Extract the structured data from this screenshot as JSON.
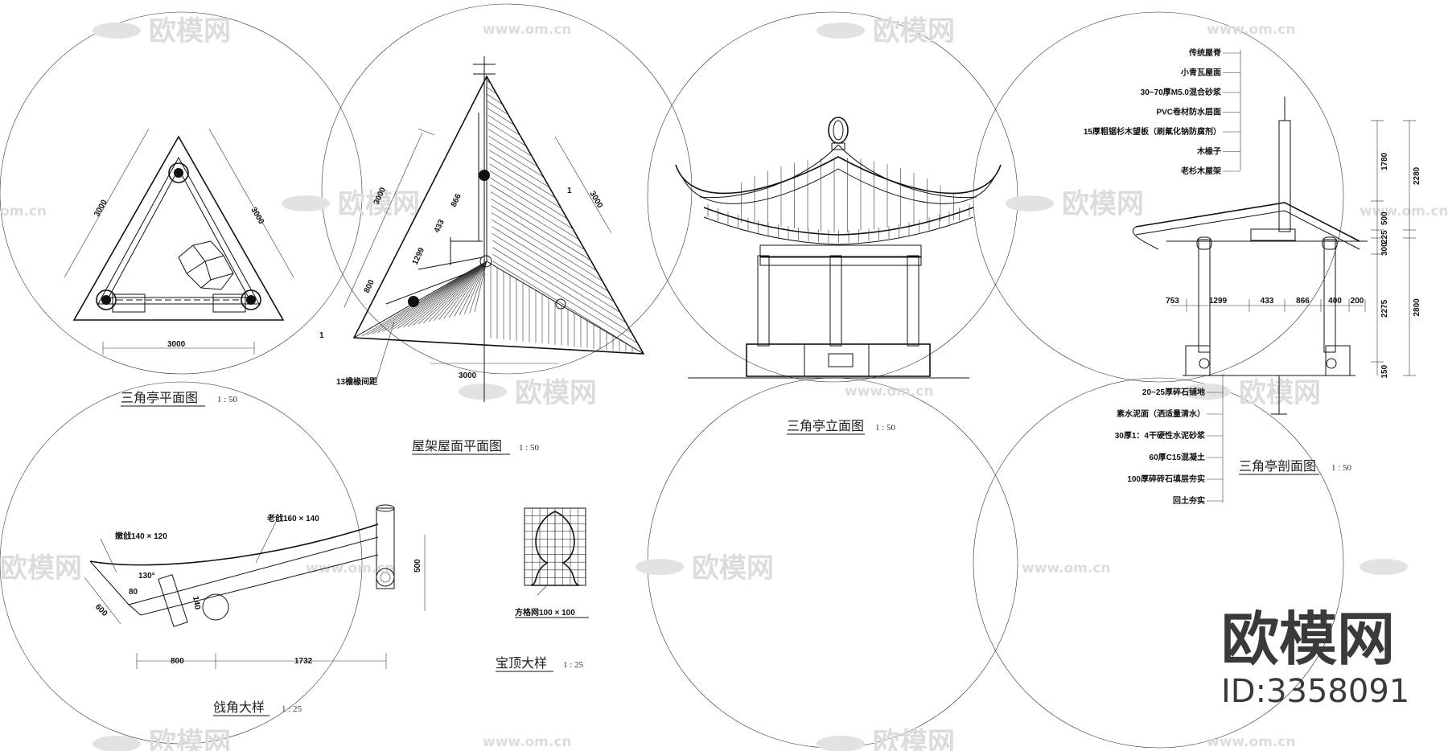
{
  "watermark": {
    "text": "欧模网",
    "url": "www.om.cn",
    "url_short": "om.cn"
  },
  "brand": {
    "name": "欧模网",
    "id": "ID:3358091"
  },
  "plan": {
    "title": "三角亭平面图",
    "scale": "1 : 50",
    "dims": {
      "left": "3000",
      "right": "3000",
      "bottom": "3000"
    }
  },
  "roof_plan": {
    "title": "屋架屋面平面图",
    "scale": "1 : 50",
    "dims": {
      "d3000a": "3000",
      "d866": "866",
      "d433": "433",
      "d1299": "1299",
      "d800": "800",
      "d1a": "1",
      "d3000b": "3000",
      "d1b": "1",
      "d3000c": "3000"
    },
    "note": "13檐椽间距"
  },
  "elevation": {
    "title": "三角亭立面图",
    "scale": "1 : 50"
  },
  "section": {
    "title": "三角亭剖面图",
    "scale": "1 : 50",
    "roof_layers": [
      "传统屋脊",
      "小青瓦屋面",
      "30~70厚M5.0混合砂浆",
      "PVC卷材防水层面",
      "15厚粗锯杉木望板（刷氟化钠防腐剂）",
      "木椽子",
      "老杉木屋架"
    ],
    "floor_layers": [
      "20~25厚碎石铺地",
      "素水泥面（洒适量清水）",
      "30厚1：4干硬性水泥砂浆",
      "60厚C15混凝土",
      "100厚碎砖石填层夯实",
      "回土夯实"
    ],
    "h_dims": [
      "753",
      "1299",
      "433",
      "866",
      "400",
      "200"
    ],
    "v_dims_inner": [
      "1780",
      "500",
      "225",
      "300",
      "2275",
      "150"
    ],
    "v_dims_outer": [
      "2280",
      "2800"
    ]
  },
  "corner_detail": {
    "title": "戗角大样",
    "scale": "1 : 25",
    "labels": {
      "a": "嫩戗140 × 120",
      "b": "老戗160 × 140",
      "angle": "130°",
      "d80": "80",
      "d140": "140",
      "d600": "600",
      "d500": "500",
      "d800": "800",
      "d1732": "1732"
    }
  },
  "finial_detail": {
    "title": "宝顶大样",
    "scale": "1 : 25",
    "grid_label": "方格网100 × 100"
  }
}
